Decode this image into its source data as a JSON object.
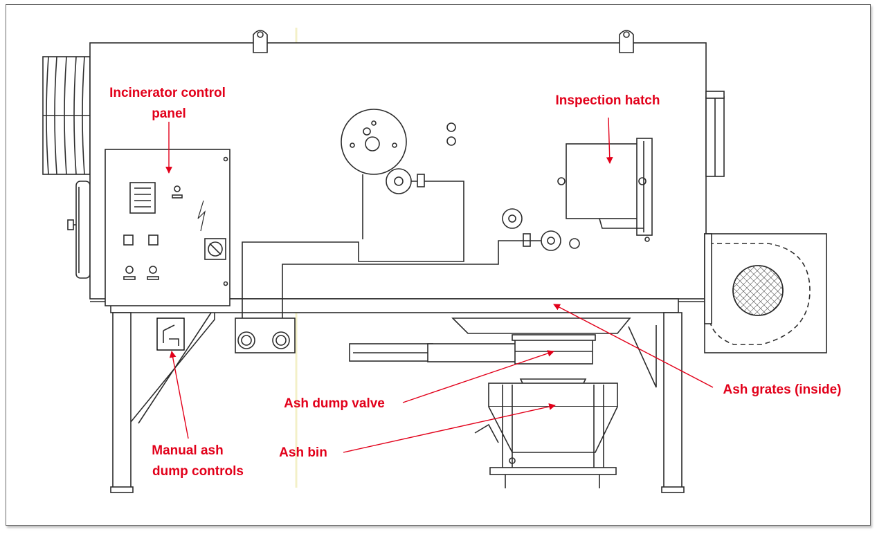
{
  "colors": {
    "label": "#e2001a",
    "line": "#2b2b2b",
    "fill": "#ffffff"
  },
  "labels": {
    "control_panel": [
      "Incinerator control",
      "panel"
    ],
    "inspection_hatch": "Inspection hatch",
    "ash_grates": "Ash grates (inside)",
    "ash_dump_valve": "Ash dump valve",
    "ash_bin": "Ash bin",
    "manual_controls": [
      "Manual ash",
      "dump controls"
    ]
  }
}
